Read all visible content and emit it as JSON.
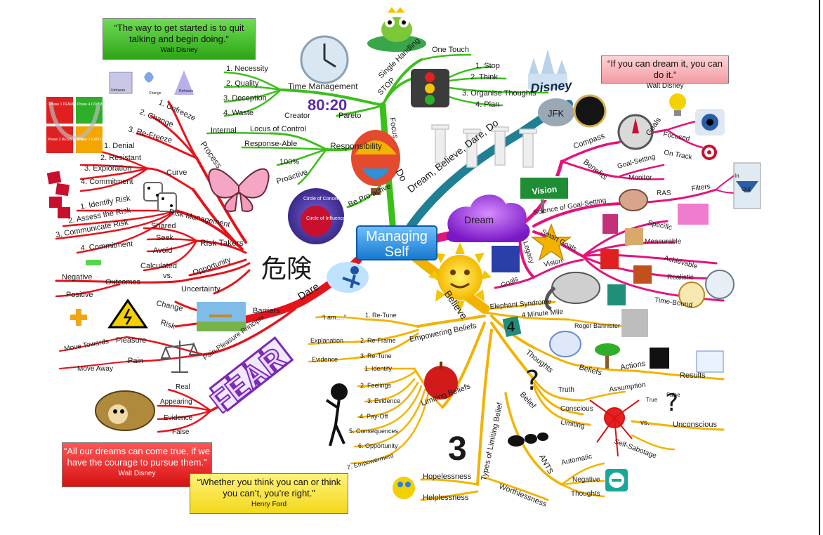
{
  "colors": {
    "green": "#3bbf19",
    "red": "#e5141b",
    "orange": "#f2b300",
    "magenta": "#e4127b",
    "teal": "#1f7f93",
    "center": "#2a8fd8"
  },
  "center": {
    "line1": "Managing",
    "line2": "Self"
  },
  "branches": {
    "do": "Do",
    "dream": "Dream",
    "believe": "Believe",
    "dare": "Dare",
    "main_arc": "Dream, Believe, Dare, Do"
  },
  "quotes": [
    {
      "text": "“The way to get started is to quit talking and begin doing.”",
      "author": "Walt Disney",
      "color": "#33b81c"
    },
    {
      "text": "“If you can dream it, you can do it.”",
      "author": "Walt Disney",
      "color": "#f5a9ad"
    },
    {
      "text": "“All our dreams can come true, if we have the courage to pursue them.”",
      "author": "Walt Disney",
      "color": "#e51d1d"
    },
    {
      "text": "“Whether you think you can or think you can’t, you’re right.”",
      "author": "Henry Ford",
      "color": "#f5e61c"
    }
  ],
  "do_branch": {
    "time_management": "Time Management",
    "time_items": [
      "1. Necessity",
      "2. Quality",
      "3. Deception",
      "4. Waste"
    ],
    "ratio": "80:20",
    "pareto": "Pareto",
    "single_handling": "Single Handling",
    "one_touch": "One Touch",
    "stop": "STOP",
    "stop_items": [
      "1. Stop",
      "2. Think",
      "3. Organise Thoughts",
      "4. Plan"
    ],
    "focus": "Focus",
    "disney": "Disney",
    "jfk": "JFK",
    "responsibility": "Responsibility",
    "locus": "Locus of Control",
    "creator": "Creator",
    "internal": "Internal",
    "response_able": "Response-Able",
    "hundred": "100%",
    "proactive": "Proactive",
    "be_proactive": "Be Pro active"
  },
  "circle": {
    "outer": "Circle of Concern",
    "inner": "Circle of Influence"
  },
  "dare_branch": {
    "process": "Process",
    "process_items": [
      "1. Unfreeze",
      "2. Change",
      "3. Re-Freeze"
    ],
    "change_model": [
      "Unfreeze",
      "Change",
      "Refreeze"
    ],
    "quadrants": [
      "Phase 1 DENIAL",
      "Phase 4 COMMITMENT",
      "Phase 2 RESISTANCE",
      "Phase 3 EXPLORATION"
    ],
    "curve": "Curve",
    "curve_items": [
      "1. Denial",
      "2. Resistant",
      "3. Exploration",
      "4. Commitment"
    ],
    "risk_management": "Risk Management",
    "risk_items": [
      "1. Identify Risk",
      "2. Assess the Risk",
      "3. Communicate Risk",
      "4. Commitment"
    ],
    "risk_takers": "Risk Takers",
    "risk_takers_items": [
      "Shared",
      "Seek",
      "Avoid",
      "Calculated"
    ],
    "opportunity": "Opportunity",
    "vs": "vs.",
    "outcomes": "Outcomes",
    "negative": "Negative",
    "positive": "Positive",
    "uncertainty": "Uncertainty",
    "kanji": "危険",
    "barriers": "Barriers",
    "change": "Change",
    "risk": "Risk",
    "pain_pleasure": "Pain-Pleasure Principle",
    "pleasure": "Pleasure",
    "pain": "Pain",
    "move_towards": "Move Towards",
    "move_away": "Move Away",
    "fear": "FEAR",
    "fear_items": [
      "Real",
      "Appearing",
      "Evidence",
      "False"
    ]
  },
  "dream_branch": {
    "compass": "Compass",
    "goals": "Goals",
    "focused": "Focused",
    "on_track": "On Track",
    "benefits": "Benefits",
    "goal_setting": "Goal-Setting",
    "monitor": "Monitor",
    "vision_sign": "Vision",
    "science": "Science of Goal-Setting",
    "ras": "RAS",
    "filters": "Filters",
    "in": "In",
    "out": "Out",
    "smart_goals": "Smart Goals",
    "smart_items": [
      "Specific",
      "Measurable",
      "Achievable",
      "Realistic",
      "Time-Bound"
    ],
    "legacy": "Legacy",
    "vision": "Vision",
    "goals2": "Goals"
  },
  "believe_branch": {
    "elephant": "Elephant Syndrome",
    "minute_mile": "4 Minute Mile",
    "roger": "Roger Bannister",
    "empowering": "Empowering Beliefs",
    "empower_items": [
      "“I am….”",
      "1. Re-Tune",
      "Explanation",
      "2. Re-Frame",
      "Evidence",
      "3. Re-Tune"
    ],
    "thoughts": "Thoughts",
    "beliefs": "Beliefs",
    "actions": "Actions",
    "results": "Results",
    "belief": "Belief",
    "truth": "Truth",
    "assumption": "Assumption",
    "conscious": "Conscious",
    "limiting": "Limiting",
    "vs": "vs.",
    "unconscious": "Unconscious",
    "self_sabotage": "Self-Sabotage",
    "true": "True",
    "false": "False",
    "limiting_beliefs": "Limiting Beliefs",
    "limiting_items": [
      "1. Identify",
      "2. Feelings",
      "3. Evidence",
      "4. Pay-Off",
      "5. Consequences",
      "6. Opportunity",
      "7. Empowerment"
    ],
    "types": "Types of Limiting Belief",
    "hopelessness": "Hopelessness",
    "helplessness": "Helplessness",
    "worthlessness": "Worthlessness",
    "ants": "ANTS",
    "automatic": "Automatic",
    "negative": "Negative",
    "thoughts2": "Thoughts",
    "number3": "3",
    "number4": "4"
  }
}
